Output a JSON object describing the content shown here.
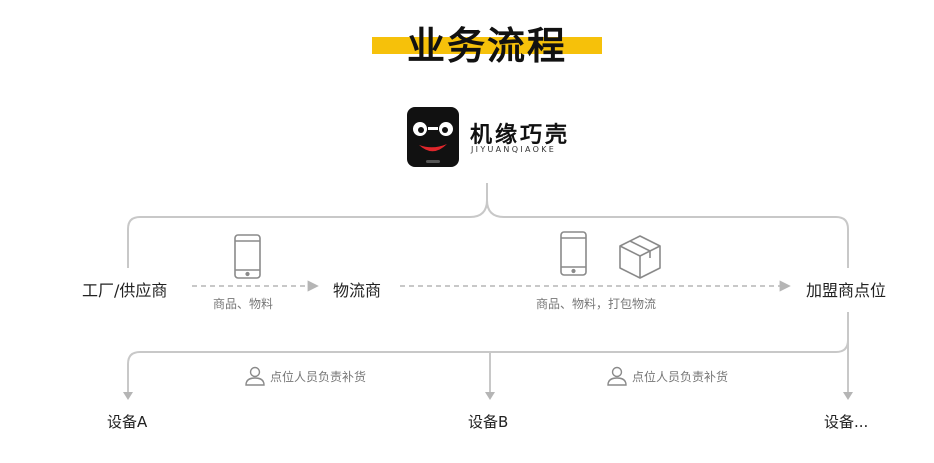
{
  "title": "业务流程",
  "logo": {
    "name_cn": "机缘巧壳",
    "name_en": "JIYUANQIAOKE"
  },
  "nodes": {
    "factory": "工厂/供应商",
    "logistics": "物流商",
    "franchise": "加盟商点位"
  },
  "edge_labels": {
    "factory_to_logistics": "商品、物料",
    "logistics_to_franchise": "商品、物料，打包物流",
    "replenish_left": "点位人员负责补货",
    "replenish_right": "点位人员负责补货"
  },
  "devices": {
    "a": "设备A",
    "b": "设备B",
    "more": "设备..."
  },
  "colors": {
    "accent": "#f6c10a",
    "line": "#c8c8c8",
    "icon": "#8a8a8a"
  }
}
